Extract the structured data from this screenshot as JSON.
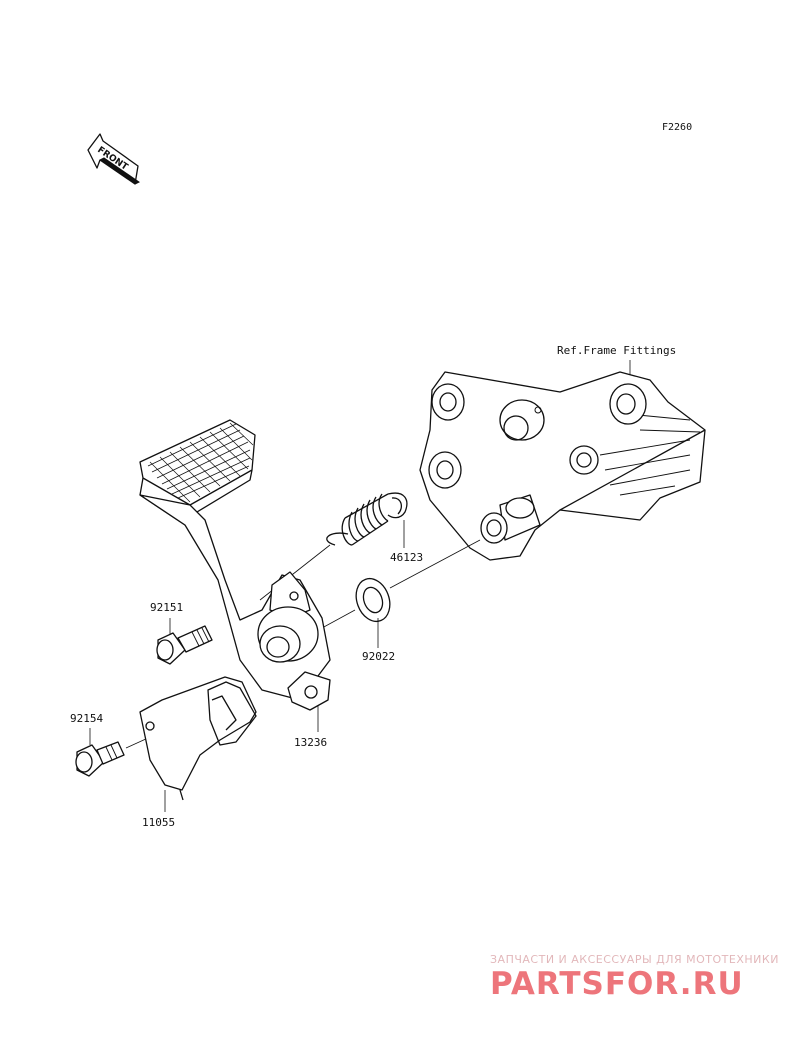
{
  "figure_code": "F2260",
  "front_label": "FRONT",
  "ref_label": "Ref.Frame Fittings",
  "parts": [
    {
      "number": "46123"
    },
    {
      "number": "92151"
    },
    {
      "number": "92022"
    },
    {
      "number": "13236"
    },
    {
      "number": "92154"
    },
    {
      "number": "11055"
    }
  ],
  "watermark": {
    "subtitle": "ЗАПЧАСТИ И АКСЕССУАРЫ ДЛЯ МОТОТЕХНИКИ",
    "brand": "PARTSFOR.RU",
    "color": "#e8474f"
  }
}
